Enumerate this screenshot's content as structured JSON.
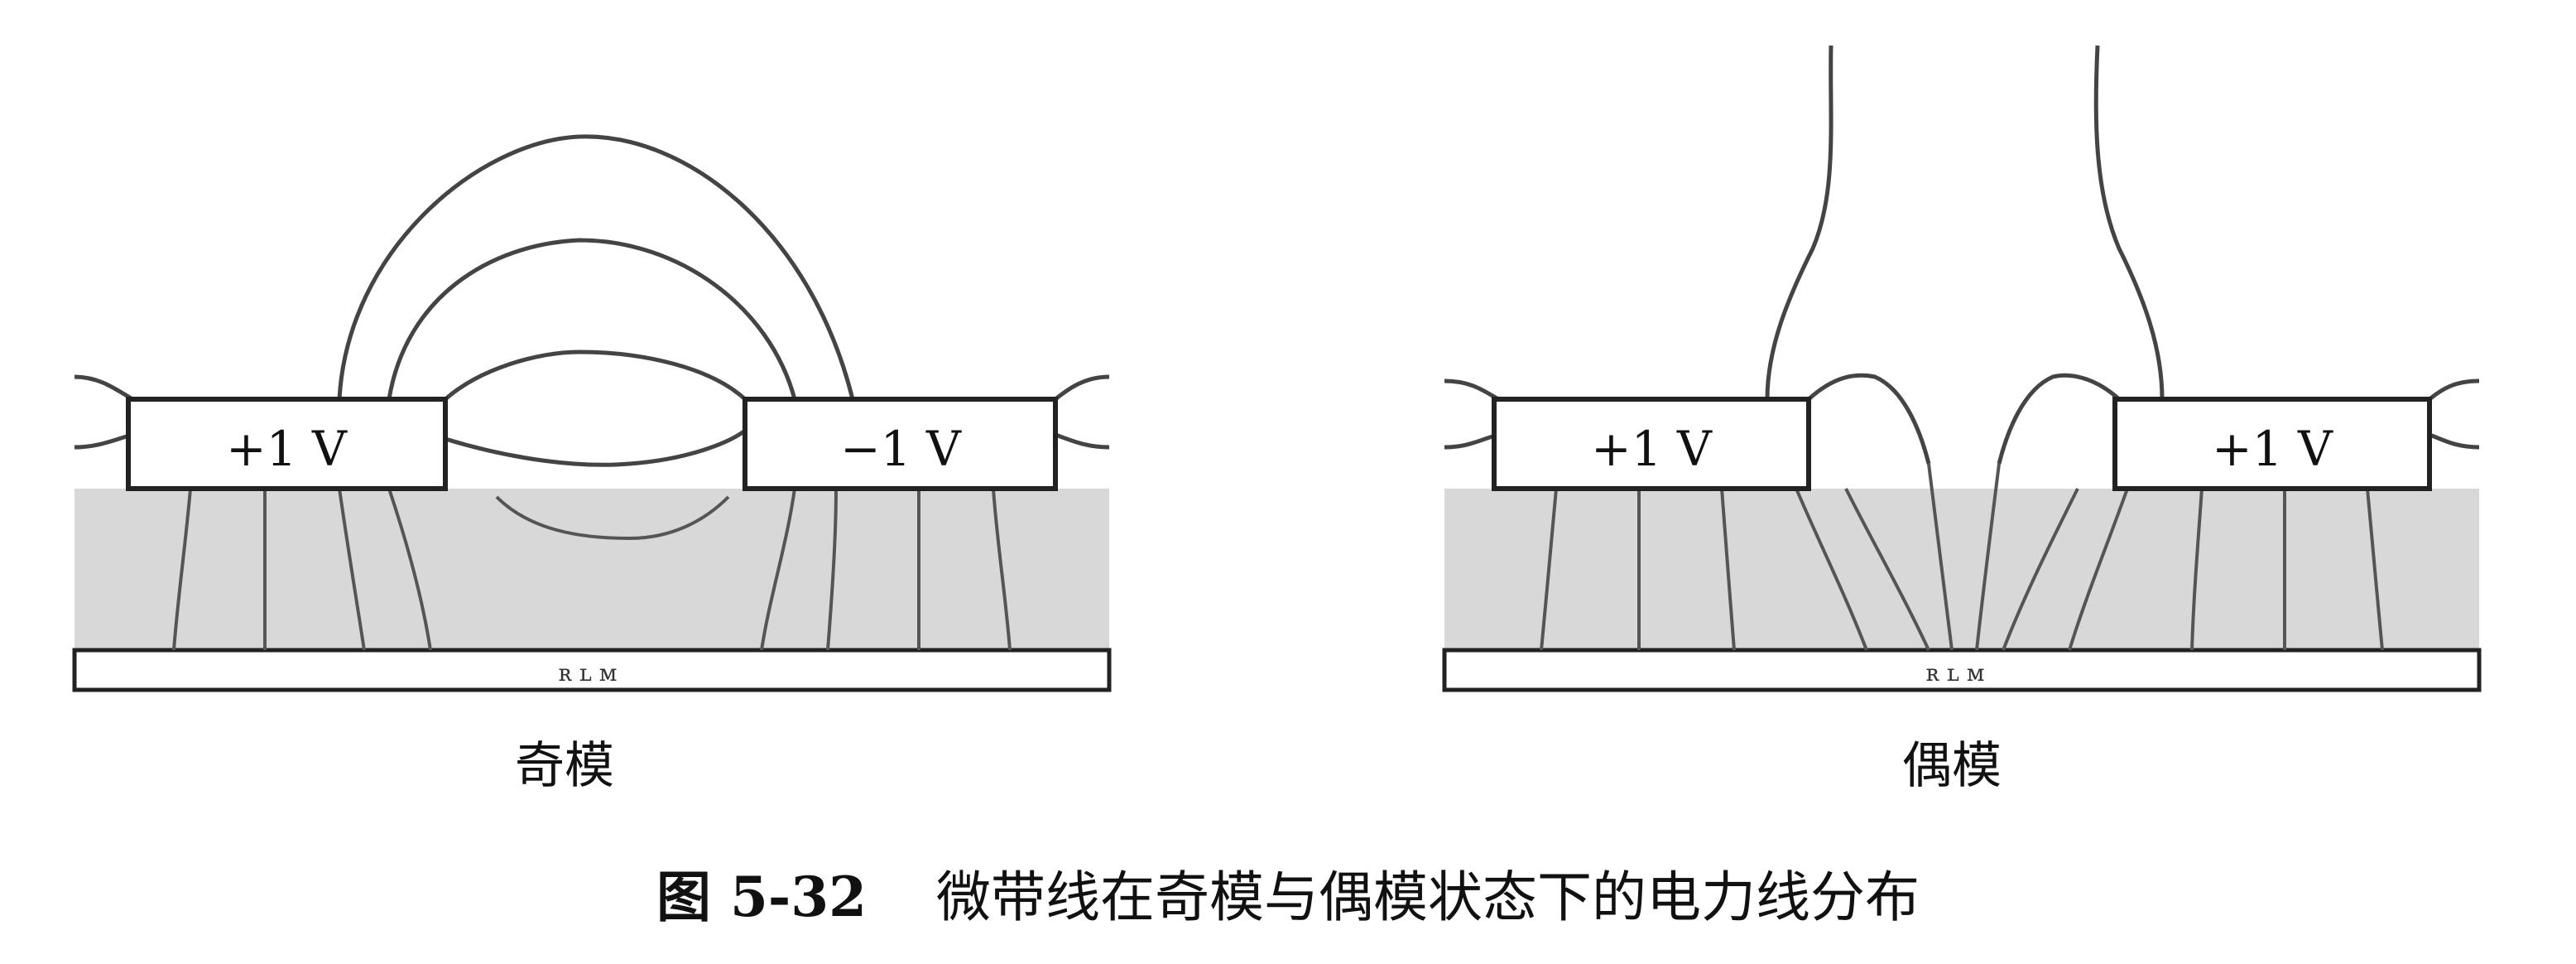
{
  "figure": {
    "number_label": "图 5-32",
    "title": "微带线在奇模与偶模状态下的电力线分布",
    "odd_mode": {
      "caption": "奇模",
      "left_conductor_label": "+1 V",
      "right_conductor_label": "−1 V"
    },
    "even_mode": {
      "caption": "偶模",
      "left_conductor_label": "+1 V",
      "right_conductor_label": "+1 V"
    }
  },
  "colors": {
    "substrate": "#d8d8d8",
    "conductor_fill": "#ffffff",
    "line": "#222222",
    "field_line": "#444444"
  }
}
